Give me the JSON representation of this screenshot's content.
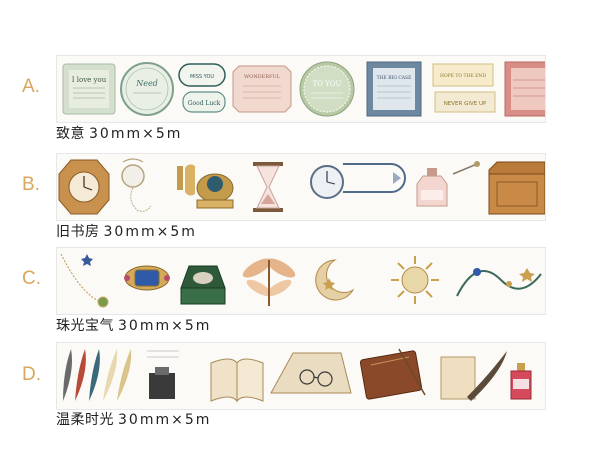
{
  "rows": [
    {
      "letter": "A.",
      "name": "致意",
      "spec": "30mm×5m",
      "items": [
        {
          "icon": "green-letter-card",
          "text": "I love you"
        },
        {
          "icon": "round-green-label",
          "text": "Need"
        },
        {
          "icon": "oval-label",
          "text": "MISS YOU"
        },
        {
          "icon": "pink-label",
          "text": "WONDERFUL"
        },
        {
          "icon": "round-sage-label",
          "text": "TO YOU"
        },
        {
          "icon": "blue-card",
          "text": "THE BIG CASE"
        },
        {
          "icon": "cream-ticket",
          "text": "HOPE TO THE END"
        },
        {
          "icon": "rose-card",
          "text": ""
        }
      ],
      "extra_texts": [
        "Good Luck",
        "NEVER GIVE UP"
      ]
    },
    {
      "letter": "B.",
      "name": "旧书房",
      "spec": "30mm×5m",
      "items": [
        {
          "icon": "wall-clock-icon"
        },
        {
          "icon": "pocket-watch-icon"
        },
        {
          "icon": "brass-telephone-icon"
        },
        {
          "icon": "hourglass-icon"
        },
        {
          "icon": "table-clock-icon"
        },
        {
          "icon": "ink-bottle-icon"
        },
        {
          "icon": "wooden-box-icon"
        }
      ]
    },
    {
      "letter": "C.",
      "name": "珠光宝气",
      "spec": "30mm×5m",
      "items": [
        {
          "icon": "necklace-icon"
        },
        {
          "icon": "sapphire-brooch-icon"
        },
        {
          "icon": "jewelry-box-icon"
        },
        {
          "icon": "dragonfly-brooch-icon"
        },
        {
          "icon": "moon-pendant-icon"
        },
        {
          "icon": "sun-pendant-icon"
        },
        {
          "icon": "vine-ornament-icon"
        }
      ]
    },
    {
      "letter": "D.",
      "name": "温柔时光",
      "spec": "30mm×5m",
      "items": [
        {
          "icon": "quill-feathers-icon"
        },
        {
          "icon": "inkwell-icon"
        },
        {
          "icon": "old-book-icon"
        },
        {
          "icon": "glasses-on-book-icon"
        },
        {
          "icon": "leather-journal-icon"
        },
        {
          "icon": "scroll-quill-icon"
        },
        {
          "icon": "perfume-bottle-icon"
        }
      ]
    }
  ],
  "colors": {
    "letter": "#d9a65c",
    "caption": "#222222",
    "strip_border": "#e7e7e7"
  }
}
